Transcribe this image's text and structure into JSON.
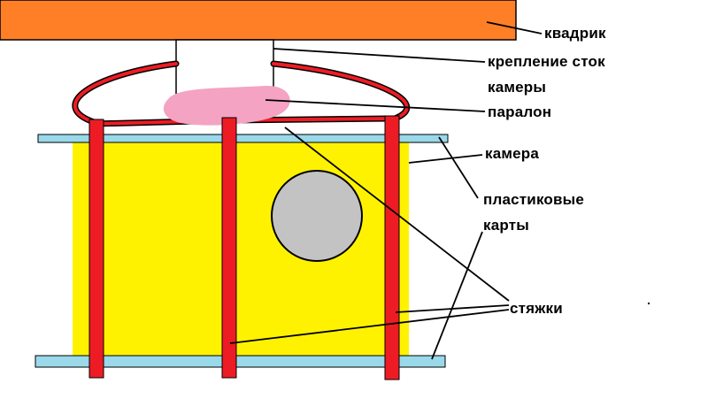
{
  "labels": {
    "quad": "квадрик",
    "mount_line1": "крепление сток",
    "mount_line2": "камеры",
    "foam": "паралон",
    "camera": "камера",
    "cards_line1": "пластиковые",
    "cards_line2": "карты",
    "ties": "стяжки"
  },
  "colors": {
    "quad_body": "#ff7f27",
    "mount": "#ffffff",
    "foam": "#f4a3c3",
    "camera_body": "#fff200",
    "lens": "#c3c3c3",
    "plastic_card": "#99d9ea",
    "zip_tie": "#ed1c24",
    "leader_line": "#000000"
  }
}
